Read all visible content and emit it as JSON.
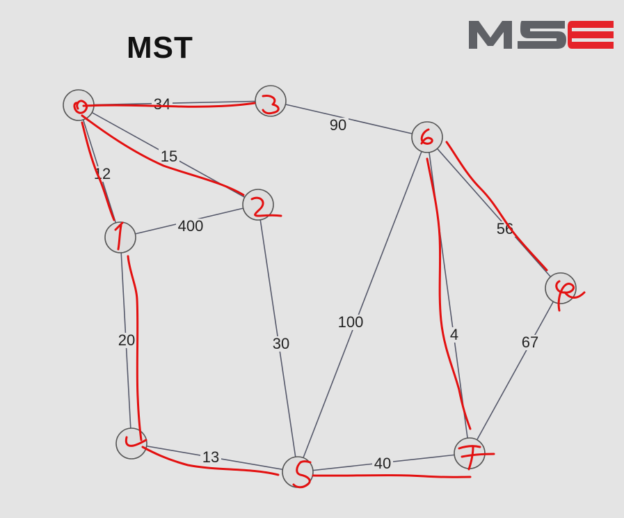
{
  "title": "MST",
  "logo": {
    "text": "MSE",
    "colors": {
      "gray": "#5f6166",
      "red": "#e52329"
    }
  },
  "colors": {
    "background": "#e4e4e4",
    "edge": "#55586a",
    "node_fill": "#dedede",
    "ink": "#e31010"
  },
  "graph": {
    "nodes": [
      {
        "id": "0",
        "handwritten_label": "0"
      },
      {
        "id": "1",
        "handwritten_label": "1"
      },
      {
        "id": "2",
        "handwritten_label": "2"
      },
      {
        "id": "3",
        "handwritten_label": "3"
      },
      {
        "id": "4",
        "handwritten_label": "4"
      },
      {
        "id": "5",
        "handwritten_label": "5"
      },
      {
        "id": "6",
        "handwritten_label": "6"
      },
      {
        "id": "7",
        "handwritten_label": "7"
      },
      {
        "id": "8",
        "handwritten_label": "8"
      }
    ],
    "edges": [
      {
        "from": "0",
        "to": "3",
        "weight": "34",
        "in_mst": true
      },
      {
        "from": "0",
        "to": "2",
        "weight": "15",
        "in_mst": true
      },
      {
        "from": "0",
        "to": "1",
        "weight": "12",
        "in_mst": true
      },
      {
        "from": "3",
        "to": "6",
        "weight": "90",
        "in_mst": false
      },
      {
        "from": "1",
        "to": "2",
        "weight": "400",
        "in_mst": false
      },
      {
        "from": "1",
        "to": "4",
        "weight": "20",
        "in_mst": true
      },
      {
        "from": "2",
        "to": "5",
        "weight": "30",
        "in_mst": false
      },
      {
        "from": "6",
        "to": "5",
        "weight": "100",
        "in_mst": false
      },
      {
        "from": "6",
        "to": "7",
        "weight": "4",
        "in_mst": true
      },
      {
        "from": "6",
        "to": "8",
        "weight": "56",
        "in_mst": true
      },
      {
        "from": "8",
        "to": "7",
        "weight": "67",
        "in_mst": false
      },
      {
        "from": "4",
        "to": "5",
        "weight": "13",
        "in_mst": true
      },
      {
        "from": "5",
        "to": "7",
        "weight": "40",
        "in_mst": true
      }
    ]
  }
}
